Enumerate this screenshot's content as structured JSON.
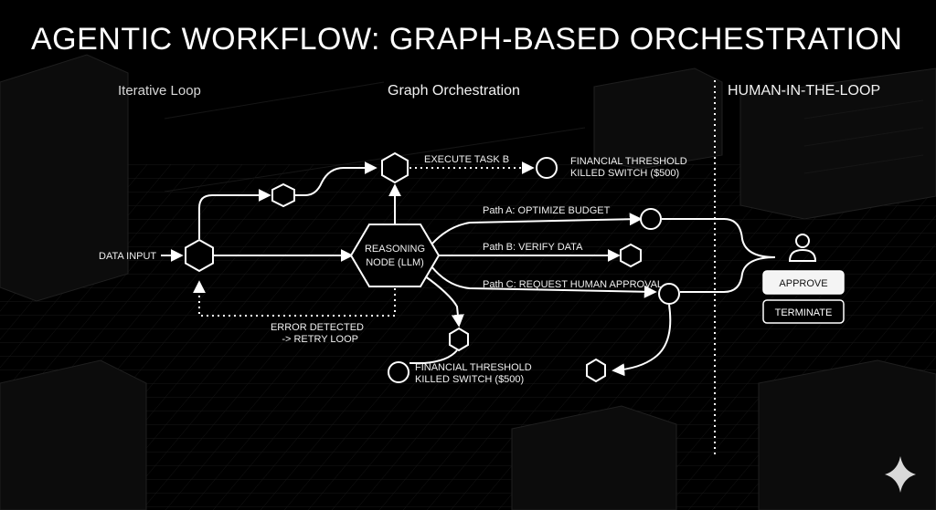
{
  "title": "AGENTIC WORKFLOW: GRAPH-BASED ORCHESTRATION",
  "sections": {
    "iterative_loop": "Iterative Loop",
    "graph_orchestration": "Graph Orchestration",
    "human_in_the_loop": "HUMAN-IN-THE-LOOP"
  },
  "nodes": {
    "data_input": "DATA INPUT",
    "reasoning_line1": "REASONING",
    "reasoning_line2": "NODE (LLM)",
    "execute_task_b": "EXECUTE TASK B",
    "threshold_top_line1": "FINANCIAL THRESHOLD",
    "threshold_top_line2": "KILLED SWITCH ($500)",
    "threshold_bottom_line1": "FINANCIAL THRESHOLD",
    "threshold_bottom_line2": "KILLED SWITCH ($500)",
    "error_line1": "ERROR DETECTED",
    "error_line2": "-> RETRY LOOP"
  },
  "paths": {
    "a": "Path A: OPTIMIZE BUDGET",
    "b": "Path B: VERIFY DATA",
    "c": "Path C: REQUEST HUMAN APPROVAL"
  },
  "buttons": {
    "approve": "APPROVE",
    "terminate": "TERMINATE"
  },
  "icons": {
    "user": "user-icon",
    "sparkle": "sparkle-icon"
  },
  "colors": {
    "background": "#000000",
    "line": "#ffffff",
    "approve_bg": "#f4f4f4",
    "approve_text": "#111111"
  }
}
